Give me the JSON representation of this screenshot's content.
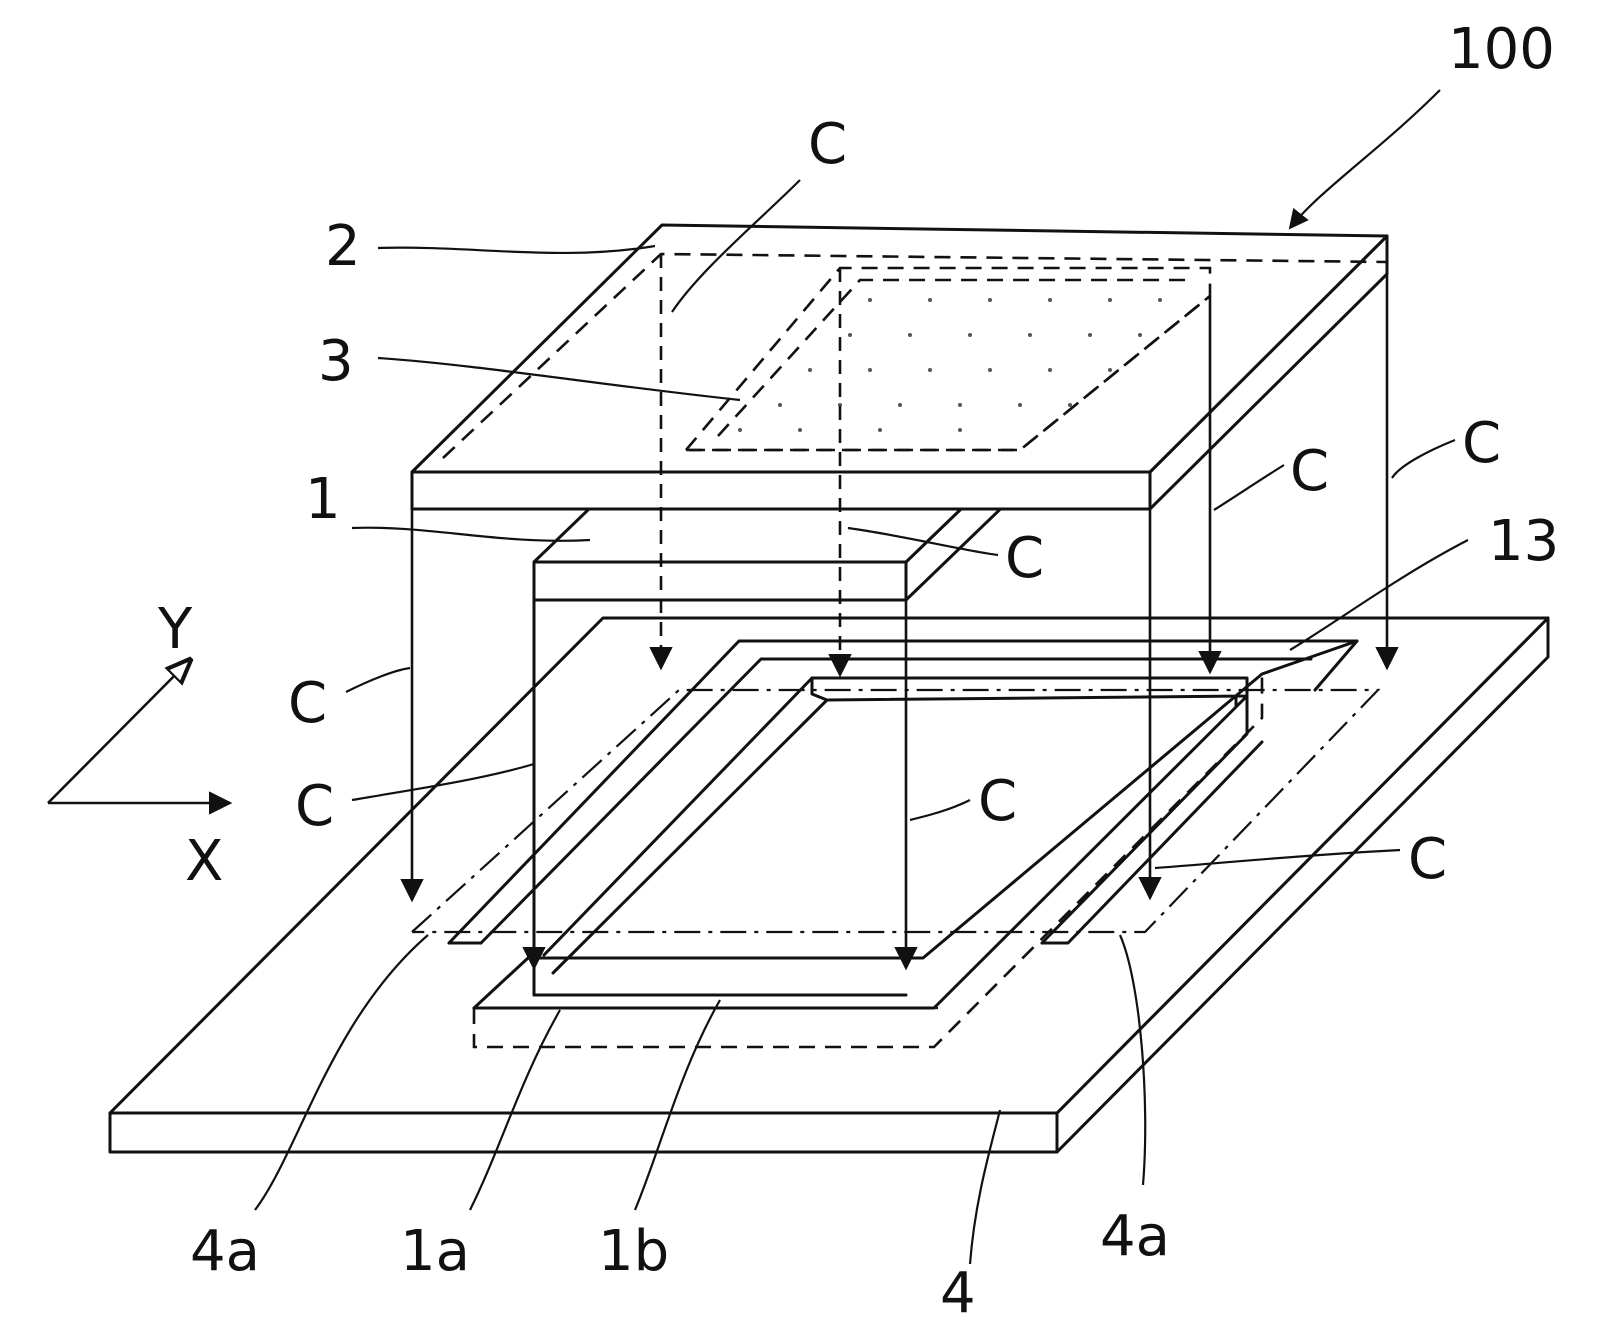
{
  "labels": {
    "assembly": "100",
    "cover": "2",
    "window": "3",
    "block": "1",
    "frame": "13",
    "base": "4",
    "base_lead_left": "4a",
    "base_lead_right": "4a",
    "block_bottom_1a": "1a",
    "block_bottom_1b": "1b",
    "axis_y": "Y",
    "axis_x": "X",
    "flow": "C"
  }
}
